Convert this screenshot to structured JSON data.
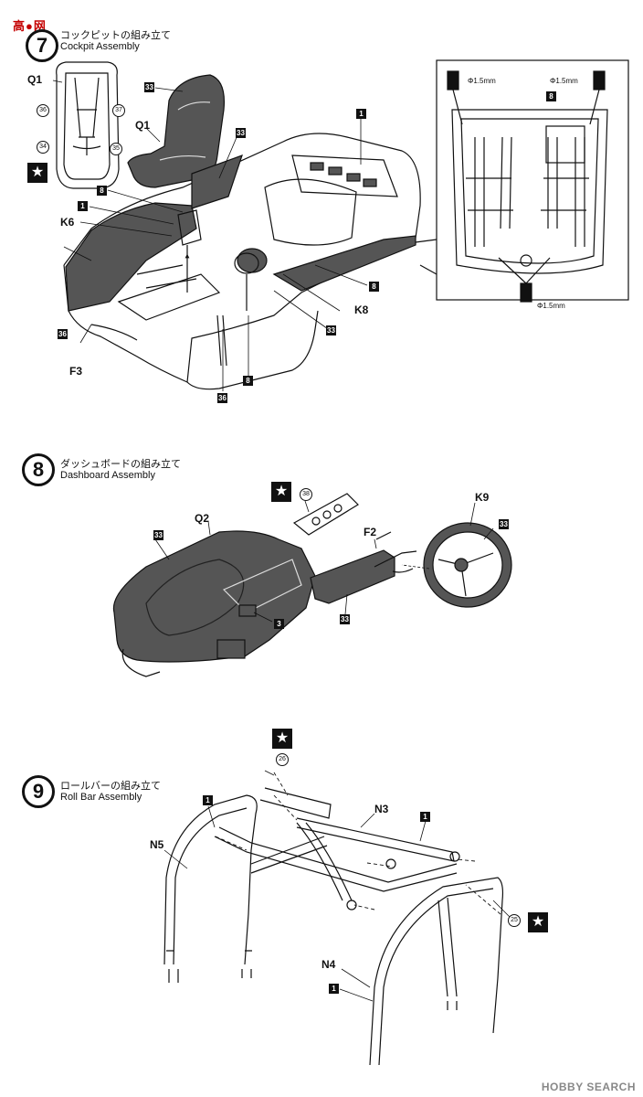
{
  "logo": {
    "text": "高●网"
  },
  "step7": {
    "number": "7",
    "title_jp": "コックピットの組み立て",
    "title_en": "Cockpit Assembly",
    "labels": {
      "q1_top": "Q1",
      "q1_seat": "Q1",
      "k6": "K6",
      "f3": "F3",
      "k8": "K8"
    },
    "inset_circles": {
      "c36": "36",
      "c37": "37",
      "c34": "34",
      "c35": "35"
    },
    "boxes": {
      "b33a": "33",
      "b33b": "33",
      "b1a": "1",
      "b8a": "8",
      "b1b": "1",
      "b8b": "8",
      "b33c": "33",
      "b36a": "36",
      "b8c": "8",
      "b36b": "36"
    },
    "detail": {
      "dim1": "Φ1.5mm",
      "dim2": "Φ1.5mm",
      "dim3": "Φ1.5mm",
      "box8": "8"
    },
    "star": "★"
  },
  "step8": {
    "number": "8",
    "title_jp": "ダッシュボードの組み立て",
    "title_en": "Dashboard Assembly",
    "labels": {
      "q2": "Q2",
      "f2": "F2",
      "k9": "K9"
    },
    "circles": {
      "c38": "38"
    },
    "boxes": {
      "b33a": "33",
      "b3": "3",
      "b33b": "33",
      "b33c": "33"
    },
    "star": "★"
  },
  "step9": {
    "number": "9",
    "title_jp": "ロールバーの組み立て",
    "title_en": "Roll Bar Assembly",
    "labels": {
      "n3": "N3",
      "n5": "N5",
      "n4": "N4"
    },
    "circles": {
      "c26": "26",
      "c25": "25"
    },
    "boxes": {
      "b1a": "1",
      "b1b": "1",
      "b1c": "1"
    },
    "star_top": "★",
    "star_right": "★"
  },
  "footer": {
    "watermark": "HOBBY SEARCH"
  }
}
